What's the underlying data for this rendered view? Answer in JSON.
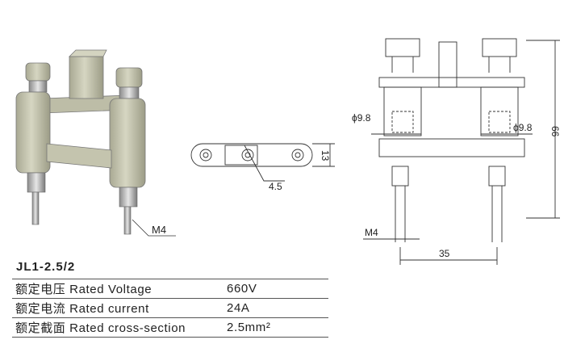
{
  "product": {
    "model": "JL1-2.5/2"
  },
  "specs": [
    {
      "label": "额定电压 Rated Voltage",
      "value": "660V"
    },
    {
      "label": "额定电流 Rated current",
      "value": "24A"
    },
    {
      "label": "额定截面 Rated cross-section",
      "value": "2.5mm²"
    }
  ],
  "dimensions": {
    "photo_thread": "M4",
    "plan_height": "13",
    "plan_hole": "4.5",
    "elev_dia_left": "ϕ9.8",
    "elev_dia_right": "ϕ9.8",
    "elev_height": "66",
    "elev_thread": "M4",
    "elev_pitch": "35"
  },
  "colors": {
    "body": "#c8c8b0",
    "metal": "#b8b8b8",
    "line": "#333333"
  }
}
